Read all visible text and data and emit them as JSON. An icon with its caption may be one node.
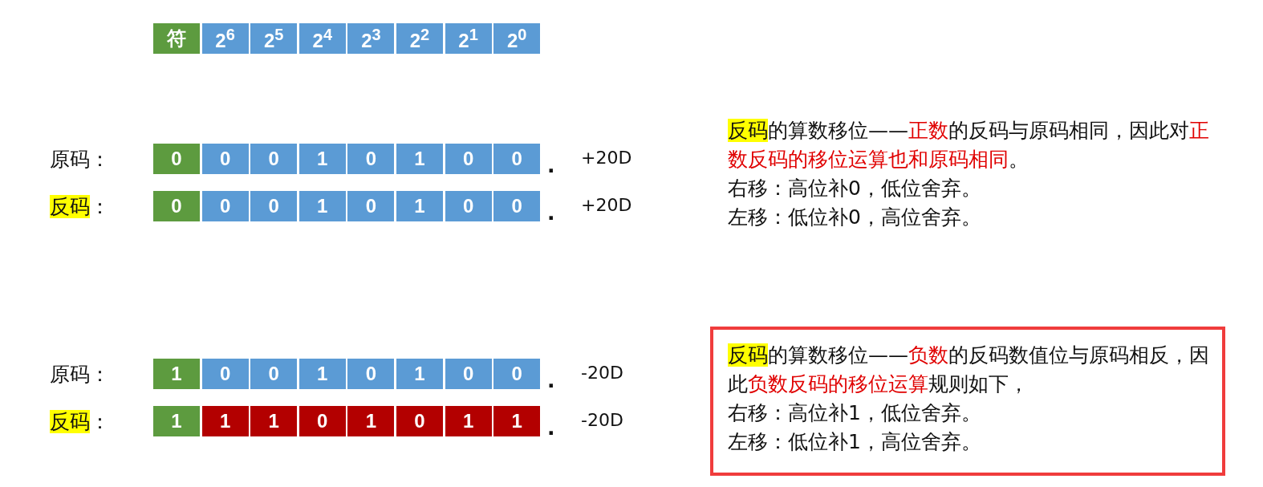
{
  "diagram": {
    "nodes": [
      {
        "text": [
          "反码的算数移位——负数的反码数值位与原码相反，因此负数反码的移位运算规则如下，",
          "右移：高位补1，低位舍弃。",
          "左移：低位补1，高位舍弃。"
        ]
      }
    ],
    "labels": [
      "符",
      "2$^{6}$",
      "2$^{5}$",
      "2$^{4}$",
      "2$^{3}$",
      "2$^{2}$",
      "2$^{1}$",
      "2$^{0}$",
      "原码：",
      "0",
      "0",
      "0",
      "1",
      "0",
      "1",
      "0",
      "0",
      ".",
      "+20D",
      "反码：",
      "0",
      "0",
      "0",
      "1",
      "0",
      "1",
      "0",
      "0",
      ".",
      "+20D",
      "反码的算数移位——正数的反码与原码相同，因此对正数反码的移位运算也和原码相同。",
      "右移：高位补0，低位舍弃。",
      "左移：低位补0，高位舍弃。",
      "原码：",
      "1",
      "0",
      "0",
      "1",
      "0",
      "1",
      "0",
      "0",
      ".",
      "-20D",
      "反码：",
      "1",
      "1",
      "1",
      "0",
      "1",
      "0",
      "1",
      "1",
      ".",
      "-20D"
    ]
  }
}
